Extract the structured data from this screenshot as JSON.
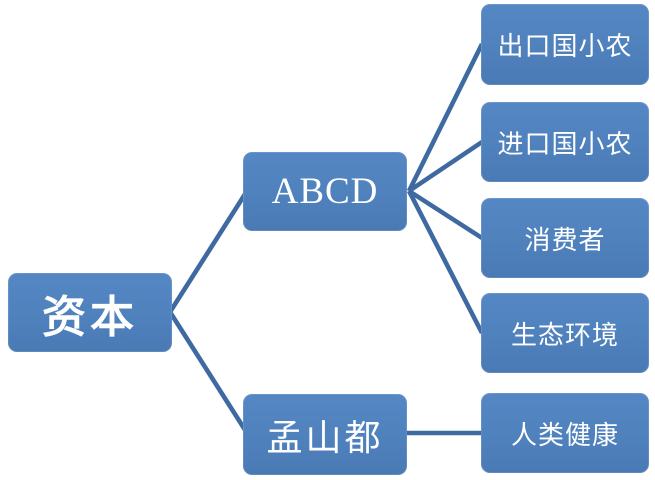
{
  "diagram": {
    "type": "hierarchy",
    "direction": "left-to-right",
    "colors": {
      "node_fill": "#4f81bd",
      "connector": "#3e6aa1",
      "node_text": "#ffffff",
      "background": "#ffffff"
    },
    "nodes": {
      "root": {
        "label": "资本"
      },
      "level2": [
        {
          "label": "ABCD"
        },
        {
          "label": "孟山都"
        }
      ],
      "level3": [
        {
          "label": "出口国小农"
        },
        {
          "label": "进口国小农"
        },
        {
          "label": "消费者"
        },
        {
          "label": "生态环境"
        },
        {
          "label": "人类健康"
        }
      ]
    },
    "edges": [
      {
        "from": "资本",
        "to": "ABCD"
      },
      {
        "from": "资本",
        "to": "孟山都"
      },
      {
        "from": "ABCD",
        "to": "出口国小农"
      },
      {
        "from": "ABCD",
        "to": "进口国小农"
      },
      {
        "from": "ABCD",
        "to": "消费者"
      },
      {
        "from": "ABCD",
        "to": "生态环境"
      },
      {
        "from": "孟山都",
        "to": "人类健康"
      }
    ]
  }
}
